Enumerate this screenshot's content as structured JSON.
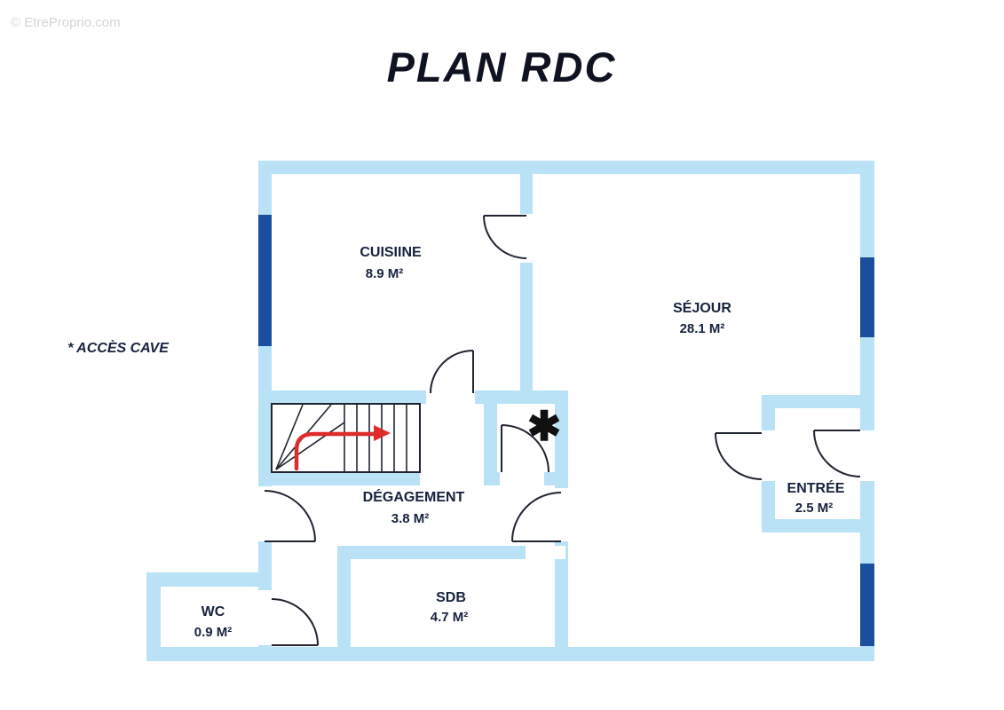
{
  "watermark": "© EtreProprio.com",
  "title": "PLAN RDC",
  "legend": {
    "access_cave": "* ACCÈS CAVE"
  },
  "plan": {
    "asterisk_symbol": "✱",
    "rooms": [
      {
        "id": "cuisine",
        "name": "CUISIINE",
        "area": "8.9 M²"
      },
      {
        "id": "sejour",
        "name": "SÉJOUR",
        "area": "28.1 M²"
      },
      {
        "id": "degagement",
        "name": "DÉGAGEMENT",
        "area": "3.8 M²"
      },
      {
        "id": "sdb",
        "name": "SDB",
        "area": "4.7 M²"
      },
      {
        "id": "wc",
        "name": "WC",
        "area": "0.9 M²"
      },
      {
        "id": "entree",
        "name": "ENTRÉE",
        "area": "2.5 M²"
      }
    ],
    "features": [
      "stairs-with-red-arrow",
      "cave-access-marker"
    ]
  },
  "colors": {
    "wall": "#b9e2f6",
    "window": "#1a4f9e",
    "arrow": "#df2b2b",
    "label_text": "#16223d",
    "title_text": "#0f1220",
    "watermark_text": "#d6d6d6",
    "line": "#1f2430",
    "background": "#ffffff"
  }
}
